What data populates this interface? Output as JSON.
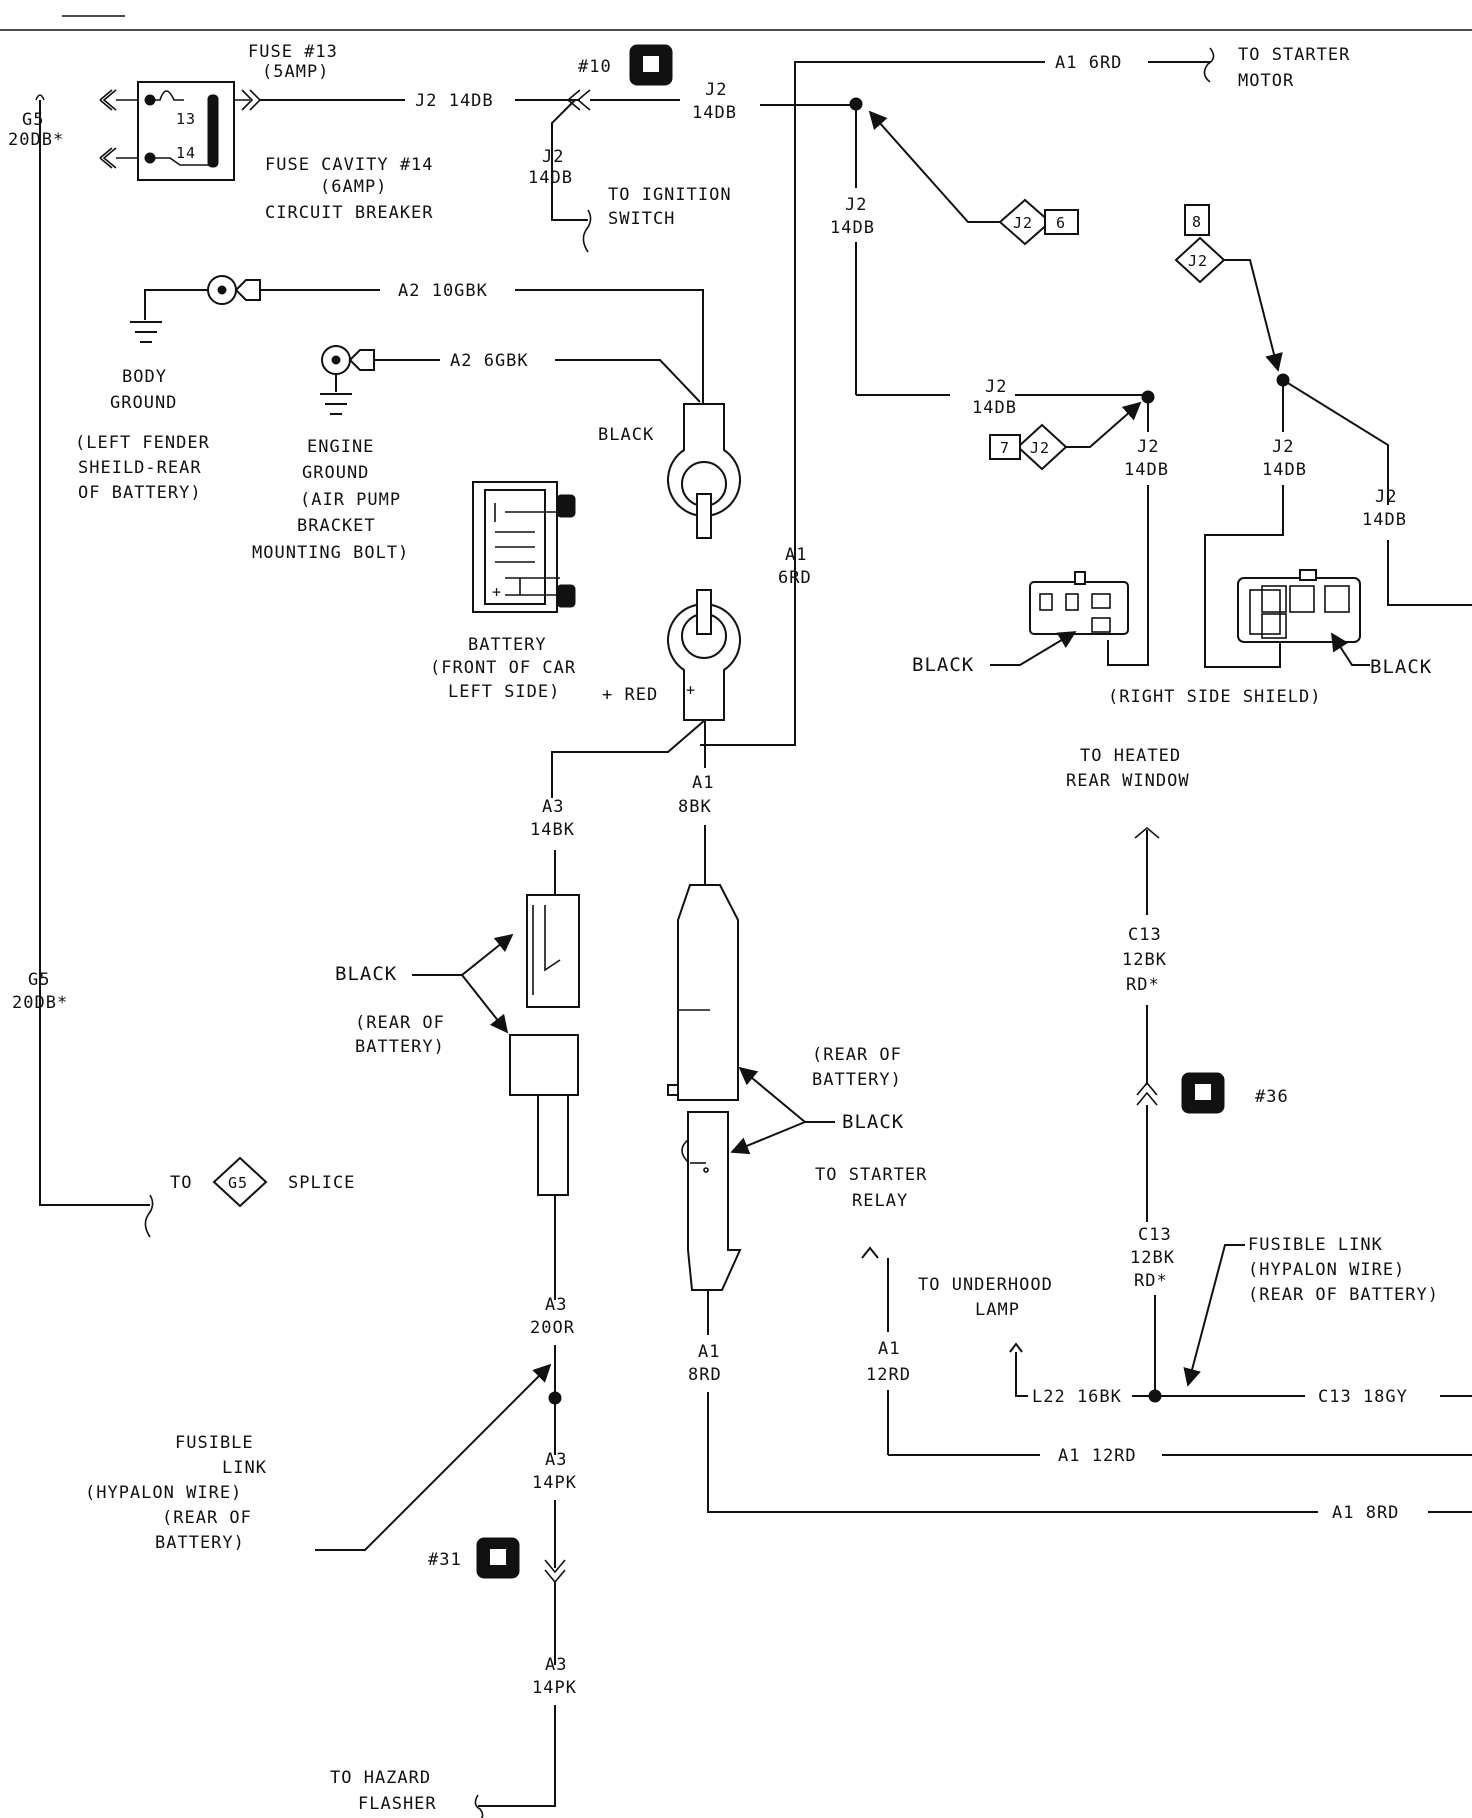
{
  "fuse_block": {
    "fuse13": "FUSE #13",
    "fuse13_rating": "(5AMP)",
    "cavity13": "13",
    "cavity14": "14",
    "fuse14_line1": "FUSE CAVITY #14",
    "fuse14_line2": "(6AMP)",
    "fuse14_line3": "CIRCUIT BREAKER"
  },
  "connectors": {
    "c10": "#10",
    "c31": "#31",
    "c36": "#36"
  },
  "wires": {
    "g5_top_a": "G5",
    "g5_top_b": "20DB*",
    "j2_fuse": "J2 14DB",
    "j2_ign_a": "J2",
    "j2_ign_b": "14DB",
    "j2_top_a": "J2",
    "j2_top_b": "14DB",
    "a1_6rd_top": "A1 6RD",
    "j2_mid_a": "J2",
    "j2_mid_b": "14DB",
    "j2_left_a": "J2",
    "j2_left_b": "14DB",
    "j2_right_a": "J2",
    "j2_right_b": "14DB",
    "j2_rs_a": "J2",
    "j2_rs_b": "14DB",
    "j2_far_a": "J2",
    "j2_far_b": "14DB",
    "a2_10gbk": "A2 10GBK",
    "a2_6gbk": "A2 6GBK",
    "a1_6rd_v_a": "A1",
    "a1_6rd_v_b": "6RD",
    "a3_14bk_a": "A3",
    "a3_14bk_b": "14BK",
    "a1_8bk_a": "A1",
    "a1_8bk_b": "8BK",
    "g5_left_a": "G5",
    "g5_left_b": "20DB*",
    "a3_20or_a": "A3",
    "a3_20or_b": "20OR",
    "a1_8rd_a": "A1",
    "a1_8rd_b": "8RD",
    "a3_14pk_a": "A3",
    "a3_14pk_b": "14PK",
    "a3_14pk2_a": "A3",
    "a3_14pk2_b": "14PK",
    "a1_12rd_v_a": "A1",
    "a1_12rd_v_b": "12RD",
    "a1_12rd_h": "A1 12RD",
    "a1_8rd_h": "A1 8RD",
    "c13_top_a": "C13",
    "c13_top_b": "12BK",
    "c13_top_c": "RD*",
    "c13_bot_a": "C13",
    "c13_bot_b": "12BK",
    "c13_bot_c": "RD*",
    "l22": "L22 16BK",
    "c13_18gy": "C13 18GY"
  },
  "splices": {
    "j2_a": "J2",
    "j2_a_num": "6",
    "j2_b": "J2",
    "j2_b_num": "8",
    "j2_c": "J2",
    "j2_c_num": "7",
    "g5": "G5"
  },
  "labels": {
    "to_starter_motor_a": "TO STARTER",
    "to_starter_motor_b": "MOTOR",
    "to_ignition_a": "TO IGNITION",
    "to_ignition_b": "SWITCH",
    "body_ground_a": "BODY",
    "body_ground_b": "GROUND",
    "left_fender_a": "(LEFT FENDER",
    "left_fender_b": "SHEILD-REAR",
    "left_fender_c": "OF BATTERY)",
    "engine_ground_a": "ENGINE",
    "engine_ground_b": "GROUND",
    "engine_ground_c": "(AIR PUMP",
    "engine_ground_d": "BRACKET",
    "engine_ground_e": "MOUNTING BOLT)",
    "black_clamp": "BLACK",
    "battery_a": "BATTERY",
    "battery_b": "(FRONT OF CAR",
    "battery_c": "LEFT SIDE)",
    "red": "+ RED",
    "black_left_conn": "BLACK",
    "black_right_conn": "BLACK",
    "right_side_shield": "(RIGHT SIDE SHIELD)",
    "to_heated_a": "TO HEATED",
    "to_heated_b": "REAR WINDOW",
    "black_rear": "BLACK",
    "rear_of_battery_a": "(REAR OF",
    "rear_of_battery_b": "BATTERY)",
    "rear_of_battery2_a": "(REAR OF",
    "rear_of_battery2_b": "BATTERY)",
    "black_starter": "BLACK",
    "to_starter_relay_a": "TO STARTER",
    "to_starter_relay_b": "RELAY",
    "to_splice_a": "TO",
    "to_splice_b": "SPLICE",
    "to_underhood_a": "TO UNDERHOOD",
    "to_underhood_b": "LAMP",
    "fusible_r_a": "FUSIBLE LINK",
    "fusible_r_b": "(HYPALON WIRE)",
    "fusible_r_c": "(REAR OF BATTERY)",
    "fusible_l_a": "FUSIBLE",
    "fusible_l_b": "LINK",
    "fusible_l_c": "(HYPALON WIRE)",
    "fusible_l_d": "(REAR OF",
    "fusible_l_e": "BATTERY)",
    "to_hazard_a": "TO HAZARD",
    "to_hazard_b": "FLASHER"
  }
}
